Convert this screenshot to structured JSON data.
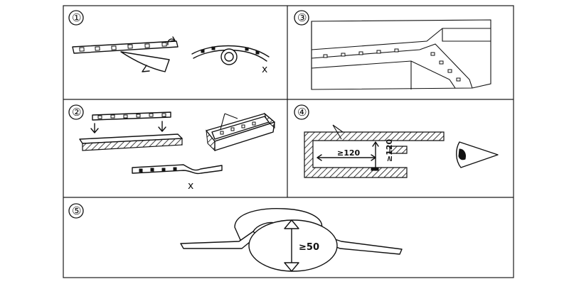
{
  "panels": [
    {
      "number": "①"
    },
    {
      "number": "②"
    },
    {
      "number": "③"
    },
    {
      "number": "④"
    },
    {
      "number": "⑤"
    }
  ],
  "marks": {
    "wrong_1": "x",
    "wrong_2": "x"
  },
  "dimensions": {
    "gap_horizontal": "≥120",
    "gap_vertical": "≥120",
    "bend_diameter": "≥50"
  },
  "icons": [
    "eye-icon",
    "arrow-down-icon",
    "bend-arrow-icon"
  ]
}
